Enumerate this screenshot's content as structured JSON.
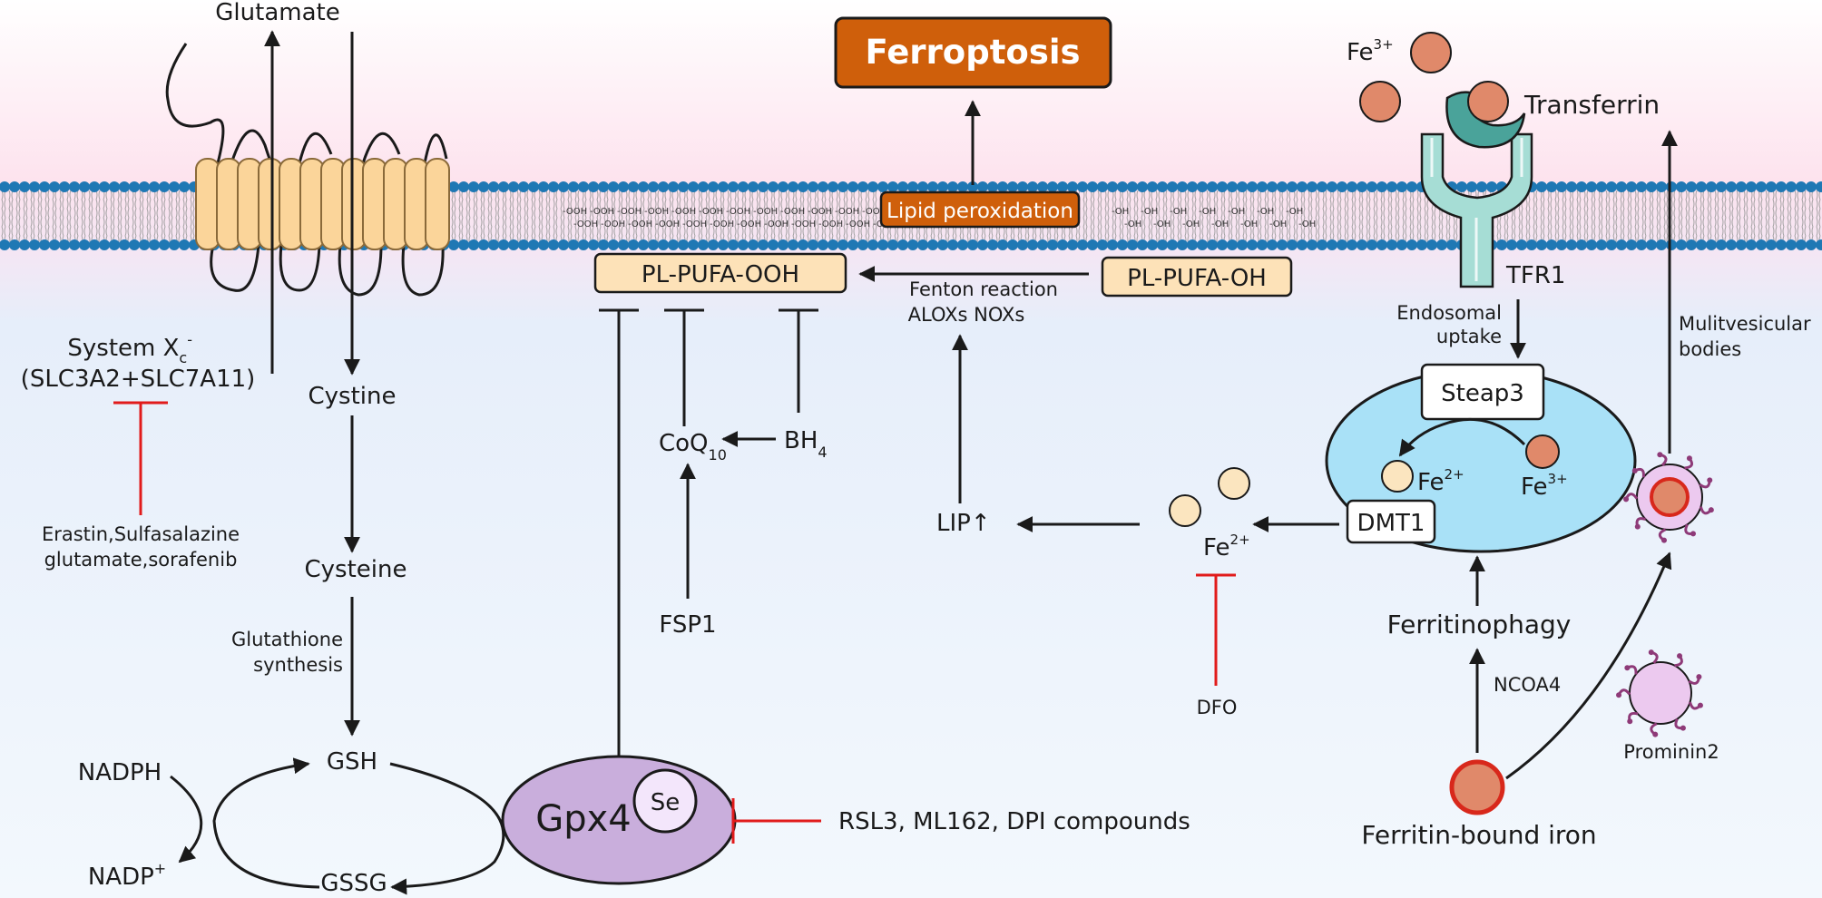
{
  "colors": {
    "membrane_head": "#1f78b4",
    "channel_fill": "#fbd59a",
    "channel_stroke": "#8a6a3a",
    "ferroptosis_fill": "#cf5f0b",
    "box_fill": "#fde2b8",
    "endosome_fill": "#a9e1f7",
    "gpx4_fill": "#c9aedc",
    "iron_fill": "#e0896a",
    "fe2_fill": "#fbe5bf",
    "tfr1_fill": "#a6ddd5",
    "transferrin_fill": "#4aa39a",
    "inhibit": "#e11b1b",
    "mvb_fill": "#ecc9ef"
  },
  "labels": {
    "glutamate": "Glutamate",
    "system_xc_main": "System X",
    "system_xc_sub": "c",
    "system_xc_sup": "-",
    "system_xc_composition": "(SLC3A2+SLC7A11)",
    "xc_inhibitors_line1": "Erastin,Sulfasalazine",
    "xc_inhibitors_line2": "glutamate,sorafenib",
    "cystine": "Cystine",
    "cysteine": "Cysteine",
    "gsh_synthesis_line1": "Glutathione",
    "gsh_synthesis_line2": "synthesis",
    "gsh": "GSH",
    "gssg": "GSSG",
    "nadph": "NADPH",
    "nadp_main": "NADP",
    "nadp_sup": "+",
    "gpx4": "Gpx4",
    "se": "Se",
    "gpx4_inhibitors": "RSL3, ML162, DPI compounds",
    "coq_main": "CoQ",
    "coq_sub": "10",
    "bh_main": "BH",
    "bh_sub": "4",
    "fsp1": "FSP1",
    "ferroptosis": "Ferroptosis",
    "lipid_peroxidation": "Lipid peroxidation",
    "pl_pufa_ooh": "PL-PUFA-OOH",
    "pl_pufa_oh": "PL-PUFA-OH",
    "fenton_line1": "Fenton reaction",
    "fenton_line2": "ALOXs NOXs",
    "lip": "LIP↑",
    "fe2_main": "Fe",
    "fe2_sup": "2+",
    "fe3_main": "Fe",
    "fe3_sup": "3+",
    "dfo": "DFO",
    "dmt1": "DMT1",
    "steap3": "Steap3",
    "transferrin": "Transferrin",
    "tfr1": "TFR1",
    "endosomal_line1": "Endosomal",
    "endosomal_line2": "uptake",
    "mvb_line1": "Mulitvesicular",
    "mvb_line2": "bodies",
    "ferritinophagy": "Ferritinophagy",
    "ncoa4": "NCOA4",
    "ferritin_bound_iron": "Ferritin-bound iron",
    "prominin2": "Prominin2",
    "ooh_tag": "-OOH",
    "oh_tag": "-OH"
  }
}
